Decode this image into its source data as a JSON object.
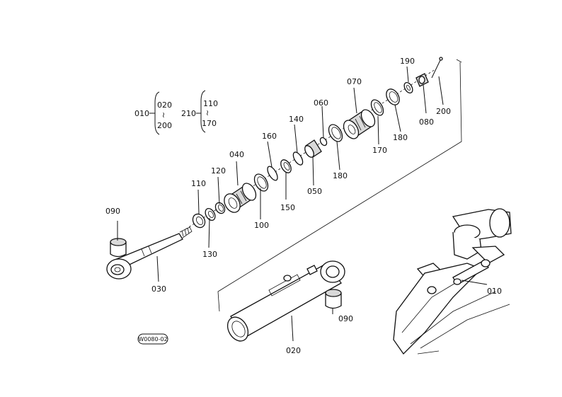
{
  "callouts": {
    "p010": "010",
    "p020": "020",
    "p030": "030",
    "p040": "040",
    "p050": "050",
    "p060": "060",
    "p070": "070",
    "p080": "080",
    "p090a": "090",
    "p090b": "090",
    "p100": "100",
    "p110": "110",
    "p120": "120",
    "p130": "130",
    "p140": "140",
    "p150": "150",
    "p160": "160",
    "p170": "170",
    "p180a": "180",
    "p180b": "180",
    "p190": "190",
    "p200": "200",
    "p010b": "010"
  },
  "legend": {
    "assy1": "010",
    "assy1_from": "020",
    "assy1_sym": "≀",
    "assy1_to": "200",
    "assy2": "210",
    "assy2_from": "110",
    "assy2_sym": "≀",
    "assy2_to": "170"
  },
  "figure_code": "W0080-02"
}
